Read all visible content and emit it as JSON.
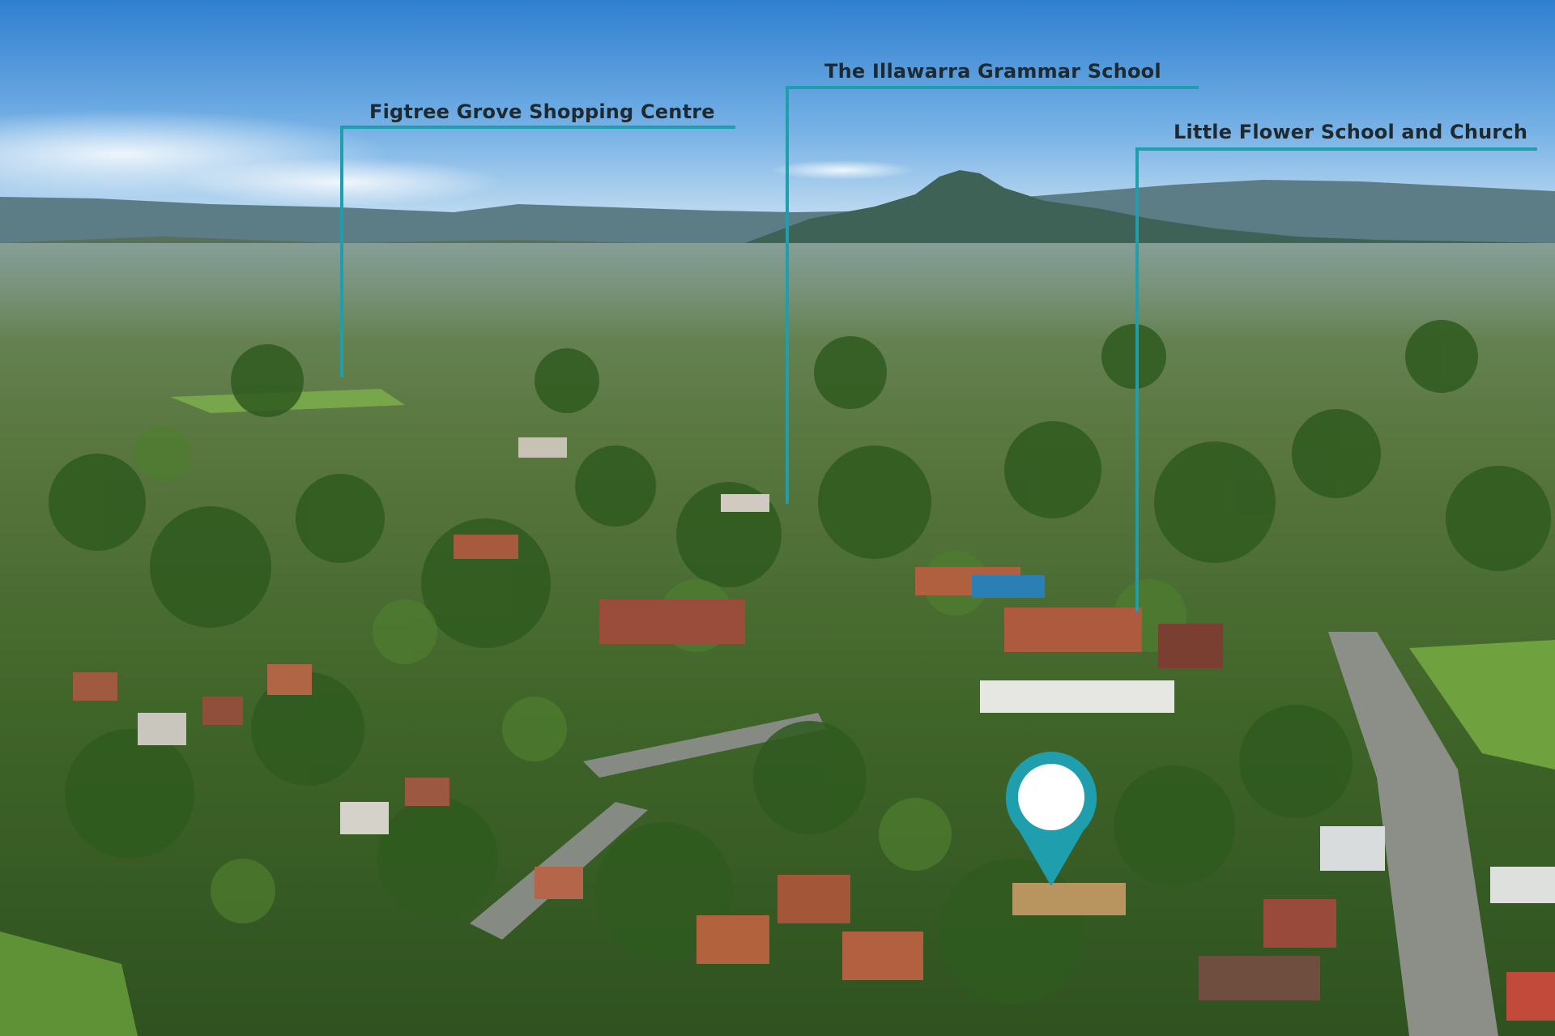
{
  "callouts": [
    {
      "id": "figtree",
      "label": "Figtree Grove Shopping Centre"
    },
    {
      "id": "grammar",
      "label": "The Illawarra Grammar School"
    },
    {
      "id": "littleflower",
      "label": "Little Flower School and Church"
    }
  ],
  "colors": {
    "callout_line": "#1f9fae",
    "marker": "#1f9fae",
    "marker_center": "#ffffff",
    "label_text": "#1e2a2f",
    "sky_top": "#3f8fd8",
    "sky_horizon": "#cfe3f2",
    "mountains": "#4f6f6a",
    "foliage": "#3f6a2a",
    "rooftops": "#a5583f"
  },
  "icons": {
    "property_marker": "map-pin-icon"
  }
}
